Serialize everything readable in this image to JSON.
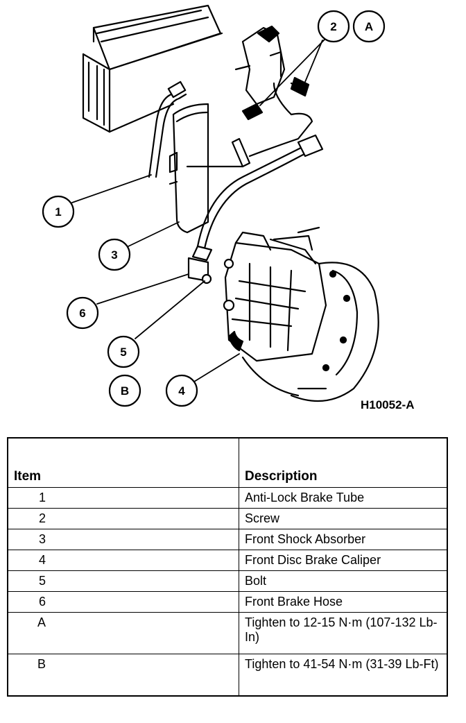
{
  "figure_id": "H10052-A",
  "callouts": [
    "1",
    "2",
    "3",
    "4",
    "5",
    "6",
    "A",
    "B"
  ],
  "legend": {
    "headers": {
      "item": "Item",
      "description": "Description"
    },
    "rows": [
      {
        "item": "1",
        "description": "Anti-Lock Brake Tube"
      },
      {
        "item": "2",
        "description": "Screw"
      },
      {
        "item": "3",
        "description": "Front Shock Absorber"
      },
      {
        "item": "4",
        "description": "Front Disc Brake Caliper"
      },
      {
        "item": "5",
        "description": "Bolt"
      },
      {
        "item": "6",
        "description": "Front Brake Hose"
      },
      {
        "item": "A",
        "description": "Tighten to 12-15 N·m (107-132 Lb-In)"
      },
      {
        "item": "B",
        "description": "Tighten to 41-54 N·m (31-39 Lb-Ft)"
      }
    ]
  }
}
